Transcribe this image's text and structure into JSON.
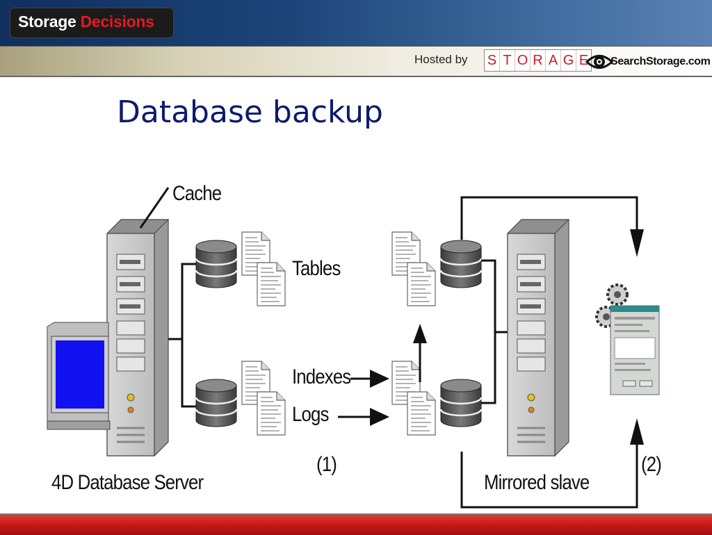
{
  "header": {
    "logo_part1": "Storage",
    "logo_part2": "Decisions",
    "hosted_by": "Hosted by",
    "storage_letters": [
      "S",
      "T",
      "O",
      "R",
      "A",
      "G",
      "E"
    ],
    "searchstorage": "SearchStorage.com"
  },
  "slide": {
    "title": "Database backup"
  },
  "diagram": {
    "cache_label": "Cache",
    "tables_label": "Tables",
    "indexes_label": "Indexes",
    "logs_label": "Logs",
    "step1_label": "(1)",
    "step2_label": "(2)",
    "server_label": "4D Database Server",
    "slave_label": "Mirrored slave"
  },
  "colors": {
    "title": "#0c1a6e",
    "monitor_screen": "#1010f0",
    "brand_red": "#e01b22"
  }
}
